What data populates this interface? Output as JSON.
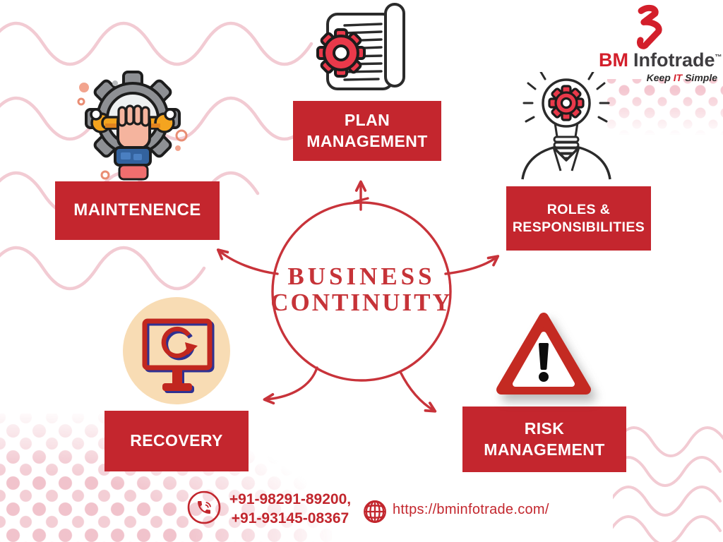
{
  "logo": {
    "bm": "BM",
    "name": "Infotrade",
    "tm": "™",
    "tagline_keep": "Keep",
    "tagline_it": "IT",
    "tagline_simple": "Simple",
    "mark_icon": "bm-ribbon-logo-icon"
  },
  "center": {
    "line1": "BUSINESS",
    "line2": "CONTINUITY"
  },
  "nodes": [
    {
      "id": "maintenance",
      "label": "MAINTENENCE",
      "icon": "wrench-gear-icon"
    },
    {
      "id": "plan-management",
      "label": "PLAN\nMANAGEMENT",
      "icon": "document-gear-icon"
    },
    {
      "id": "roles-responsibilities",
      "label": "ROLES &\nRESPONSIBILITIES",
      "icon": "person-lightbulb-gear-icon"
    },
    {
      "id": "recovery",
      "label": "RECOVERY",
      "icon": "monitor-refresh-icon"
    },
    {
      "id": "risk-management",
      "label": "RISK\nMANAGEMENT",
      "icon": "warning-triangle-icon"
    }
  ],
  "contact": {
    "phone_line1": "+91-98291-89200,",
    "phone_line2": "+91-93145-08367",
    "phone_icon": "phone-icon",
    "website": "https://bminfotrade.com/",
    "website_icon": "globe-icon"
  },
  "colors": {
    "box_red": "#c4262e",
    "diagram_red": "#c8333a",
    "logo_red": "#d31f2b",
    "pink_decor": "#f2cbd3",
    "peach_circle": "#f8dcb4",
    "text_dark": "#3f3d40"
  }
}
